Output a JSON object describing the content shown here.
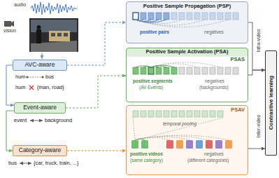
{
  "diagram": {
    "nodes": [
      {
        "text": [
          "AVC-aware"
        ]
      },
      {
        "text": [
          "Event-aware"
        ]
      },
      {
        "text": [
          "Category-aware"
        ]
      },
      {
        "text": [
          "Positive Sample Propagation (PSP)"
        ]
      },
      {
        "text": [
          "Positive Sample Activation (PSA)",
          "PSAS"
        ]
      },
      {
        "text": [
          "PSAV"
        ]
      },
      {
        "text": [
          "Contrastive learning"
        ]
      }
    ],
    "edges": [
      {
        "from": 0,
        "to": 1,
        "arrow": "to"
      },
      {
        "from": 1,
        "to": 2,
        "arrow": "to"
      },
      {
        "from": 0,
        "to": 3,
        "arrow": "to"
      },
      {
        "from": 1,
        "to": 4,
        "arrow": "to"
      },
      {
        "from": 2,
        "to": 5,
        "arrow": "to"
      },
      {
        "from": 3,
        "to": 6,
        "arrow": "to"
      },
      {
        "from": 4,
        "to": 6,
        "arrow": "to"
      },
      {
        "from": 5,
        "to": 6,
        "arrow": "to"
      }
    ],
    "labels": [
      "audio",
      "vision",
      "hum",
      "bus",
      "hum",
      "{man, road}",
      "event",
      "background",
      "bus",
      "{car, truck, train, ...}",
      "positive pairs",
      "negatives",
      "positive segments",
      "(AV Events)",
      "negatives",
      "(backgrounds)",
      "temporal pooling",
      "positive videos",
      "(same category)",
      "negatives",
      "(different categories)",
      "Intra-video",
      "Inter-video"
    ]
  }
}
